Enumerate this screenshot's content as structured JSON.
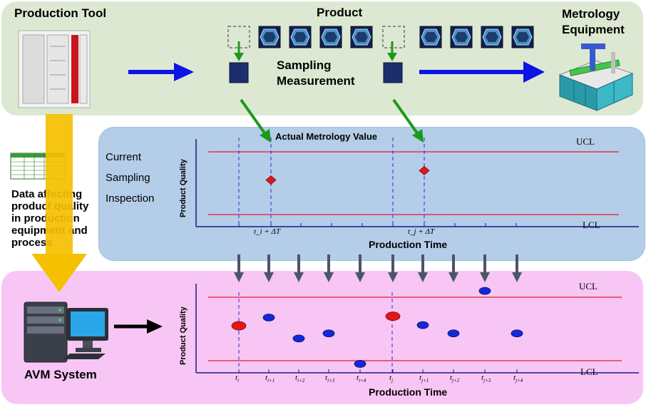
{
  "top": {
    "production_tool": "Production Tool",
    "product": "Product",
    "metrology_line1": "Metrology",
    "metrology_line2": "Equipment",
    "sampling_line1": "Sampling",
    "sampling_line2": "Measurement"
  },
  "side_note": {
    "lines": [
      "Data affecting",
      "product quality",
      "in production",
      "equipment and",
      "process"
    ]
  },
  "current": {
    "lines": [
      "Current",
      "Sampling",
      "Inspection"
    ],
    "chart_title": "Actual Metrology Value",
    "ylabel": "Product Quality",
    "xlabel": "Production Time",
    "ucl": "UCL",
    "lcl": "LCL",
    "tick1": "t_i + ΔT",
    "tick2": "t_j + ΔT"
  },
  "avm": {
    "label": "AVM System",
    "ylabel": "Product Quality",
    "xlabel": "Production Time",
    "ucl": "UCL",
    "lcl": "LCL",
    "ticks": [
      "t_i",
      "t_i+1",
      "t_i+2",
      "t_i+3",
      "t_i+4",
      "t_j",
      "t_j+1",
      "t_j+2",
      "t_j+3",
      "t_j+4"
    ]
  },
  "colors": {
    "flow_arrow": "#0a14e6",
    "green_arrow": "#1a9a1a",
    "limit_line": "#e02020",
    "grid_dash": "#2a2ad0",
    "actual_point": "#e01818",
    "virtual_point": "#1428d8",
    "down_arrow": "#4a5568",
    "data_arrow": "#f5c000"
  },
  "chart_data": [
    {
      "type": "scatter",
      "title": "Actual Metrology Value",
      "xlabel": "Production Time",
      "ylabel": "Product Quality",
      "x": [
        "t_i + ΔT",
        "t_j + ΔT"
      ],
      "values": [
        0.55,
        0.7
      ],
      "ylim": [
        0,
        1
      ],
      "limits": {
        "UCL": 1,
        "LCL": 0
      }
    },
    {
      "type": "scatter",
      "xlabel": "Production Time",
      "ylabel": "Product Quality",
      "categories": [
        "t_i",
        "t_i+1",
        "t_i+2",
        "t_i+3",
        "t_i+4",
        "t_j",
        "t_j+1",
        "t_j+2",
        "t_j+3",
        "t_j+4"
      ],
      "values": [
        0.55,
        0.68,
        0.35,
        0.43,
        -0.05,
        0.7,
        0.56,
        0.43,
        1.1,
        0.43
      ],
      "actual_points": [
        "t_i",
        "t_j"
      ],
      "ylim": [
        0,
        1
      ],
      "limits": {
        "UCL": 1,
        "LCL": 0
      }
    }
  ]
}
